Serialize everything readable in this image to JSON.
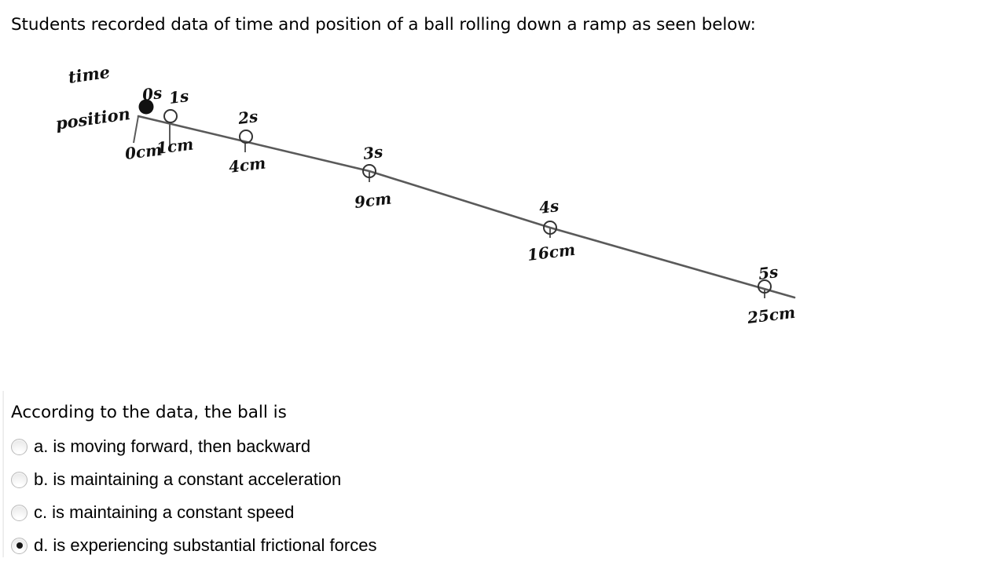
{
  "prompt": "Students recorded data of time and position of a ball rolling down a ramp as seen below:",
  "diagram": {
    "axis_labels": {
      "time": "time",
      "position": "position"
    },
    "points": [
      {
        "time": "0s",
        "position": "0cm",
        "marker": "filled-ball"
      },
      {
        "time": "1s",
        "position": "1cm",
        "marker": "open-circle"
      },
      {
        "time": "2s",
        "position": "4cm",
        "marker": "open-circle"
      },
      {
        "time": "3s",
        "position": "9cm",
        "marker": "open-circle"
      },
      {
        "time": "4s",
        "position": "16cm",
        "marker": "open-circle"
      },
      {
        "time": "5s",
        "position": "25cm",
        "marker": "open-circle"
      }
    ],
    "ramp_color": "#5a5a5a",
    "marker_color": "#111111"
  },
  "question": {
    "stem": "According to the data, the ball is",
    "options": [
      {
        "letter": "a.",
        "text": "is moving forward, then backward",
        "selected": false
      },
      {
        "letter": "b.",
        "text": "is maintaining a constant acceleration",
        "selected": false
      },
      {
        "letter": "c.",
        "text": "is maintaining a constant speed",
        "selected": false
      },
      {
        "letter": "d.",
        "text": "is experiencing substantial frictional forces",
        "selected": true
      }
    ]
  }
}
